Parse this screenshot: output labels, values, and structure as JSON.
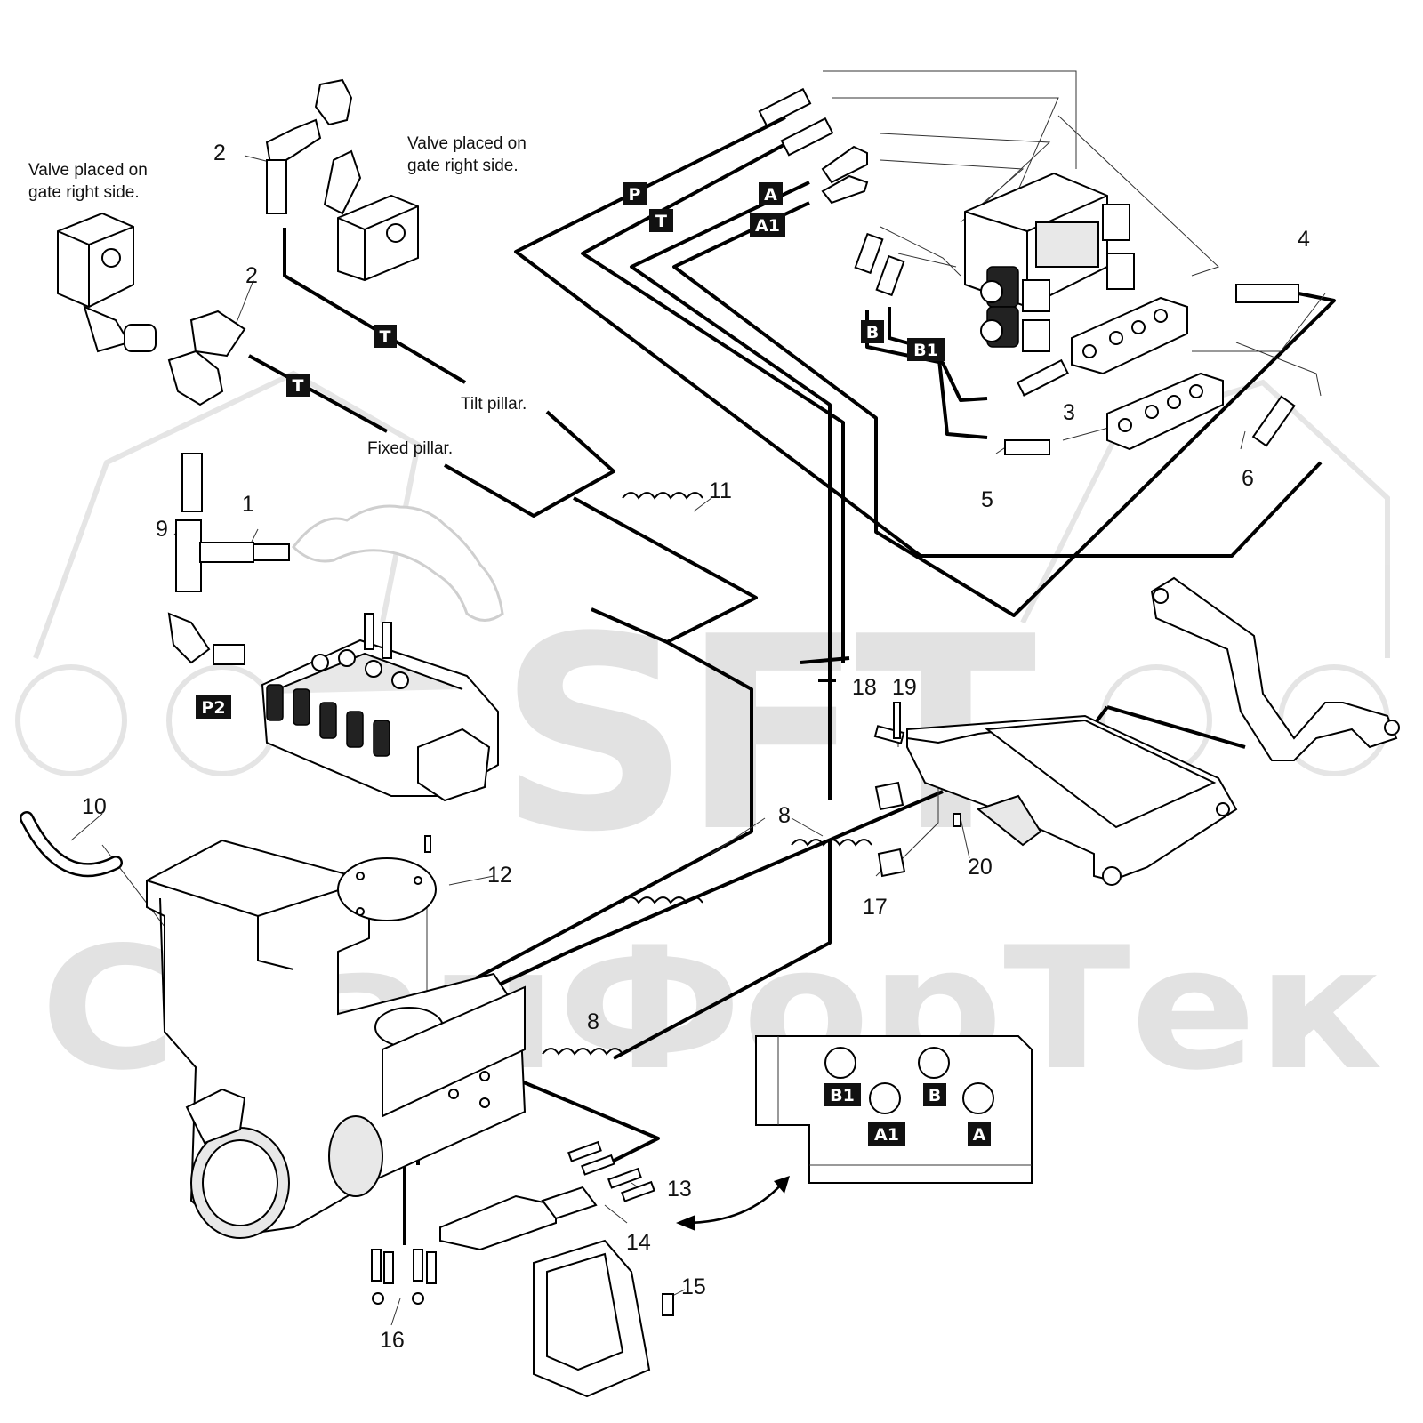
{
  "watermark": {
    "logo": "SFT",
    "text": "СканФорТек",
    "color": "#d9d9d9"
  },
  "notes": {
    "valve_left": [
      "Valve placed on",
      "gate right side."
    ],
    "valve_top": [
      "Valve placed on",
      "gate right side."
    ],
    "tilt_pillar": "Tilt pillar.",
    "fixed_pillar": "Fixed pillar."
  },
  "callouts": {
    "n1": "1",
    "n2a": "2",
    "n2b": "2",
    "n3": "3",
    "n4": "4",
    "n5": "5",
    "n6": "6",
    "n8a": "8",
    "n8b": "8",
    "n9": "9",
    "n10": "10",
    "n11": "11",
    "n12": "12",
    "n13": "13",
    "n14": "14",
    "n15": "15",
    "n16": "16",
    "n17": "17",
    "n18": "18",
    "n19": "19",
    "n20": "20"
  },
  "tags": {
    "P": "P",
    "T_top": "T",
    "A": "A",
    "A1": "A1",
    "B": "B",
    "B1": "B1",
    "T_mid": "T",
    "T_left": "T",
    "P2": "P2",
    "panel_B1": "B1",
    "panel_B": "B",
    "panel_A1": "A1",
    "panel_A": "A"
  },
  "icons": [
    "valve-block-icon",
    "solenoid-valve-icon",
    "hose-fitting-icon",
    "spiral-guard-icon",
    "control-valve-icon",
    "frame-icon",
    "gate-bracket-icon",
    "cover-plate-icon"
  ]
}
